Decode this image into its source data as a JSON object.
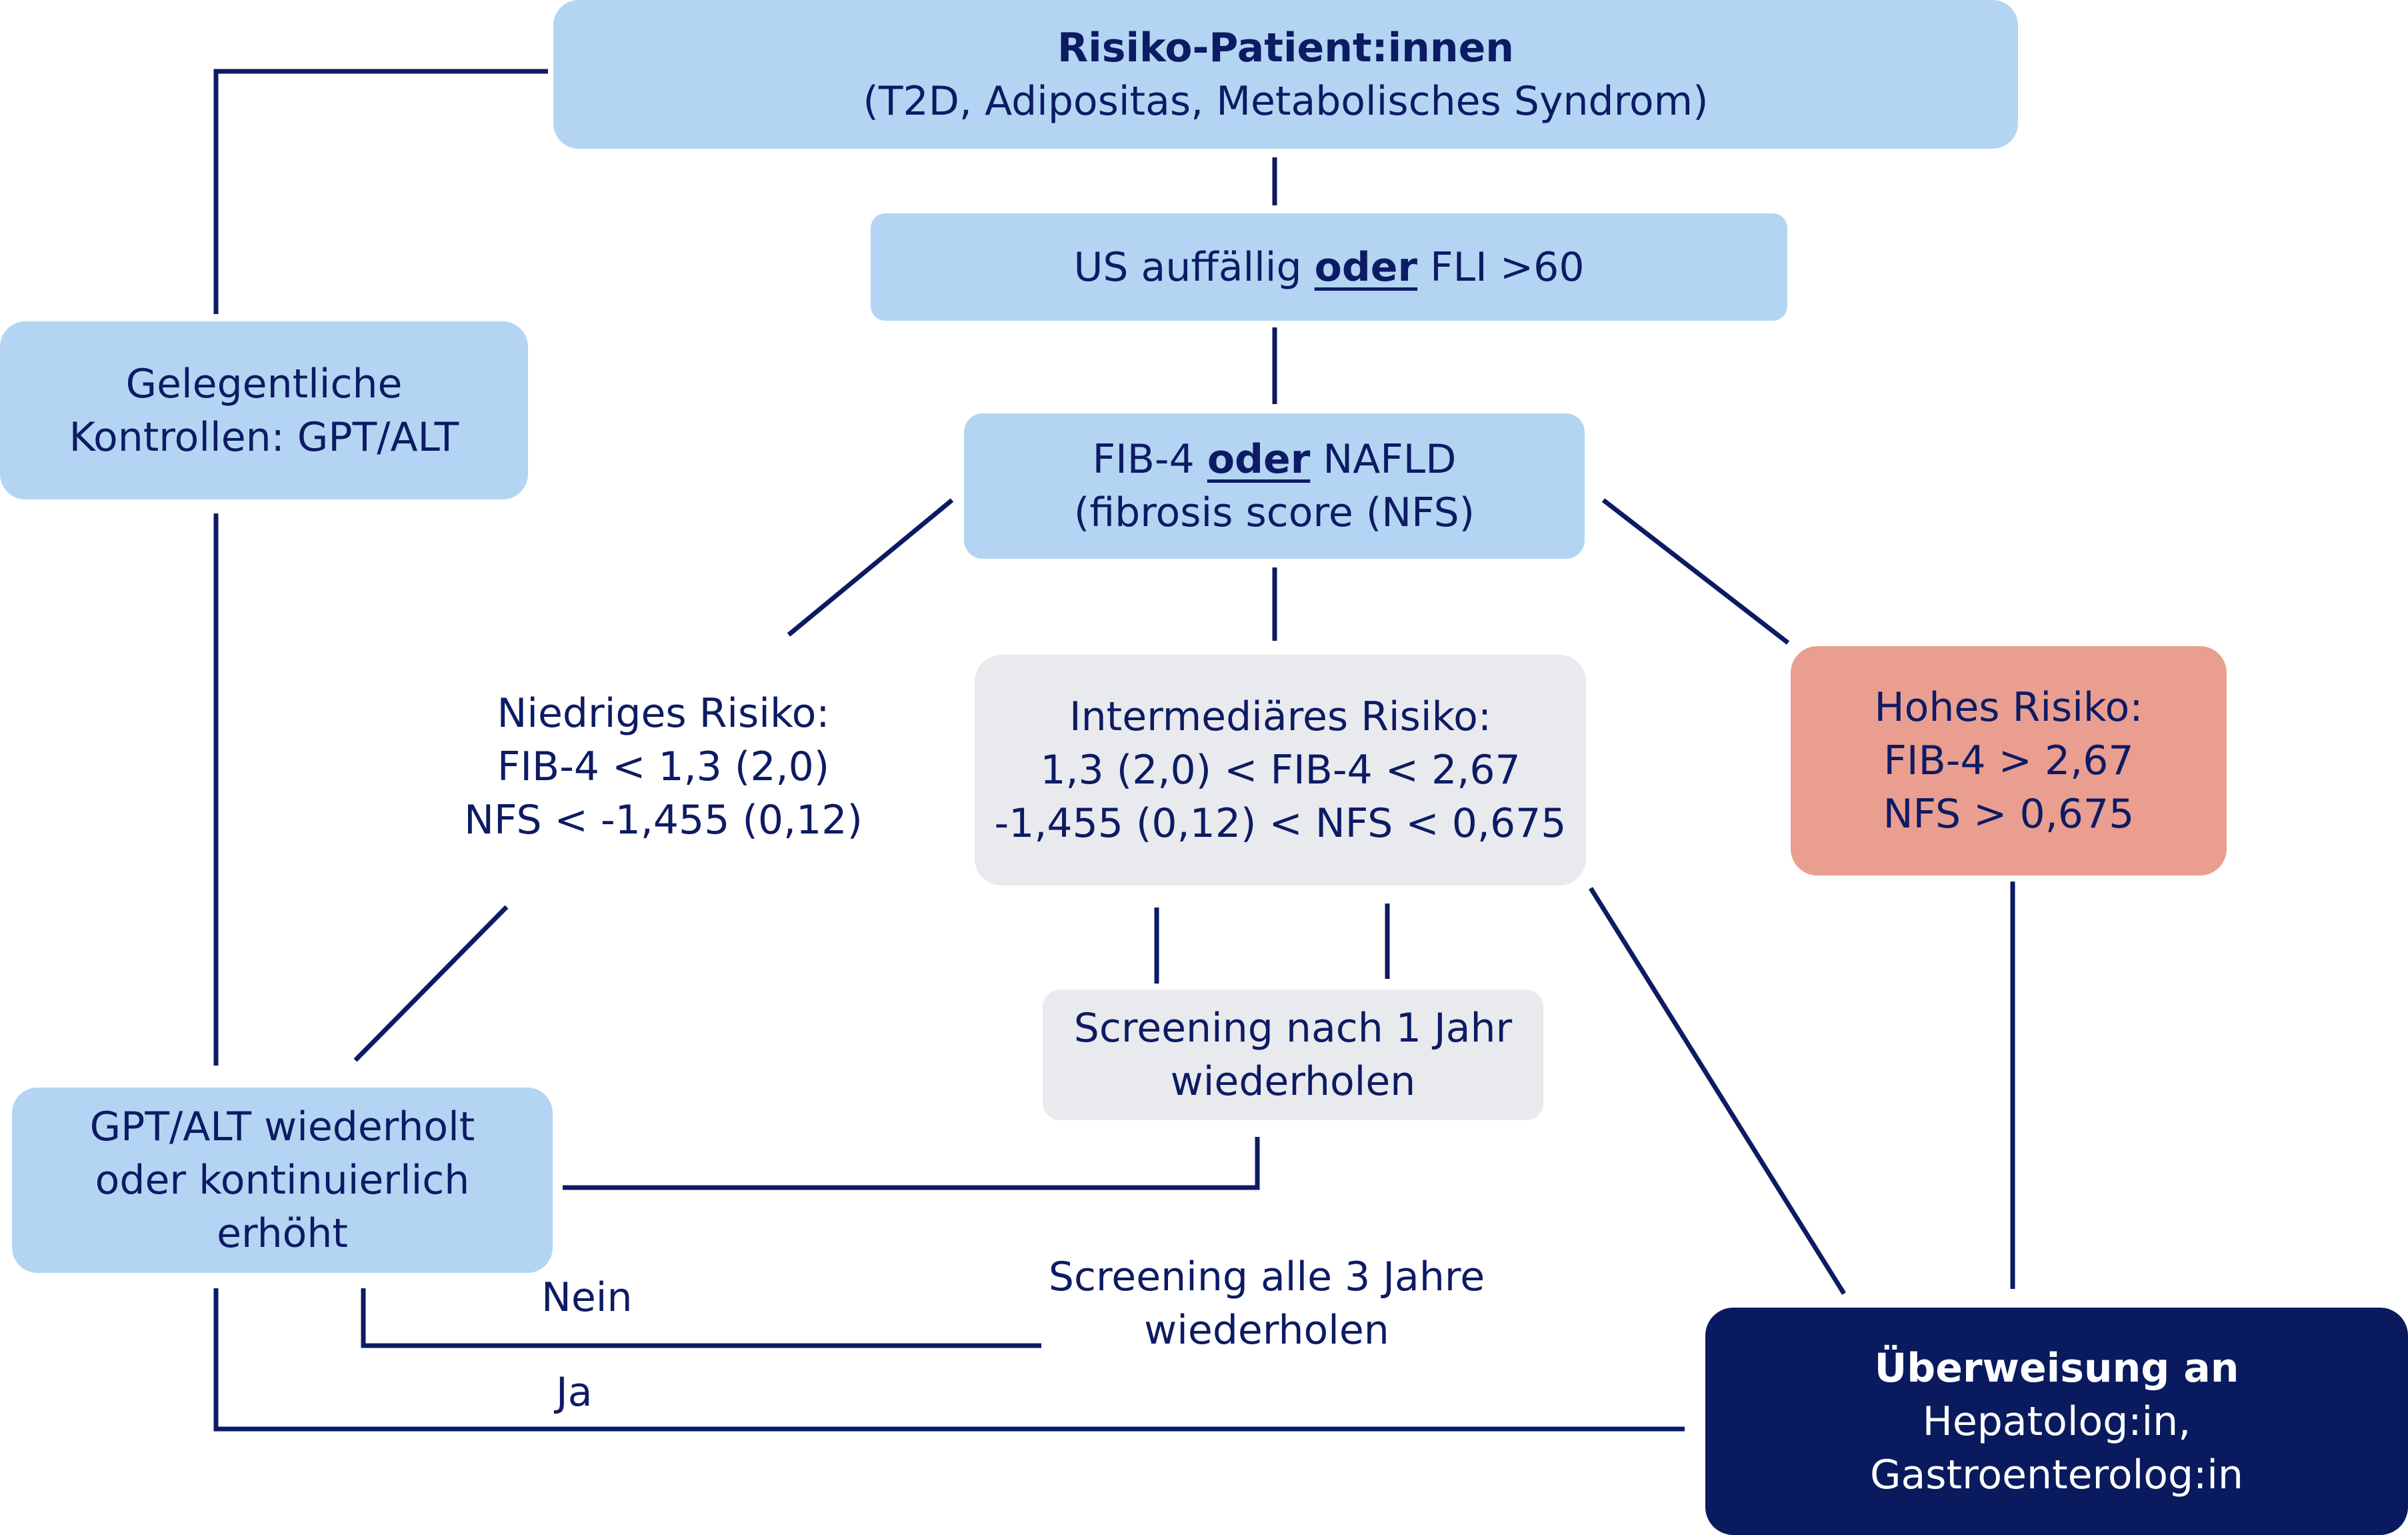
{
  "colors": {
    "line": "#0d1b64",
    "box_blue": "#b3d5f3",
    "box_grey": "#e8eaee",
    "box_red": "#ea9e90",
    "box_navy": "#091a5e"
  },
  "nodes": {
    "risk_patients": {
      "title": "Risiko-Patient:innen",
      "detail": "(T2D, Adipositas, Metabolisches Syndrom)"
    },
    "us_fli": {
      "pre": "US auffällig ",
      "emph": "oder",
      "post": " FLI >60"
    },
    "fib4_nafld": {
      "pre": "FIB-4 ",
      "emph": "oder",
      "post": " NAFLD",
      "line2": "(fibrosis score (NFS)"
    },
    "occasional_checks": {
      "line1": "Gelegentliche",
      "line2": "Kontrollen: GPT/ALT"
    },
    "low_risk": {
      "line1": "Niedriges Risiko:",
      "line2": "FIB-4 < 1,3 (2,0)",
      "line3": "NFS < -1,455 (0,12)"
    },
    "intermediate_risk": {
      "line1": "Intermediäres Risiko:",
      "line2": "1,3 (2,0) < FIB-4 < 2,67",
      "line3": "-1,455 (0,12) < NFS < 0,675"
    },
    "high_risk": {
      "line1": "Hohes Risiko:",
      "line2": "FIB-4 > 2,67",
      "line3": "NFS > 0,675"
    },
    "screening_1_year": {
      "line1": "Screening nach 1 Jahr",
      "line2": "wiederholen"
    },
    "gpt_elevated": {
      "line1": "GPT/ALT wiederholt",
      "line2": "oder kontinuierlich",
      "line3": "erhöht"
    },
    "screening_3_years": {
      "line1": "Screening alle 3 Jahre",
      "line2": "wiederholen"
    },
    "referral": {
      "title": "Überweisung an",
      "line2": "Hepatolog:in,",
      "line3": "Gastroenterolog:in"
    }
  },
  "edge_labels": {
    "no": "Nein",
    "yes": "Ja"
  }
}
